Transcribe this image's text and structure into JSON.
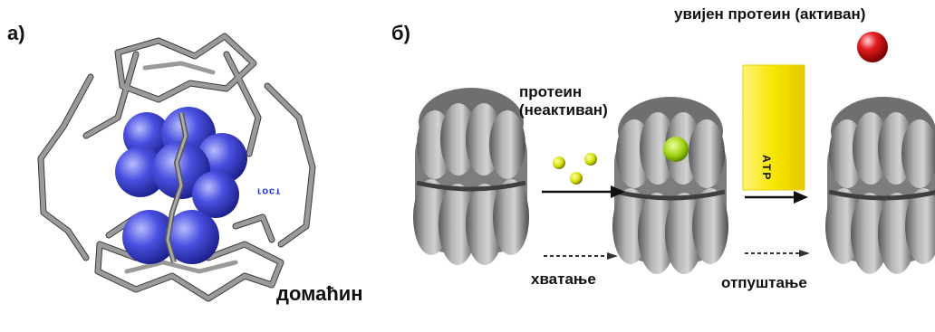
{
  "labels": {
    "panel_a": "а)",
    "panel_b": "б)",
    "host": "домаћин",
    "guest_tag": "гост",
    "folded_protein": "увијен протеин (активан)",
    "protein_line1": "протеин",
    "protein_line2": "(неактиван)",
    "capture": "хватање",
    "release": "отпуштање",
    "atp_label": "АТР"
  },
  "colors": {
    "guest_spheres": "#3a3fd0",
    "host_frame": "#7a7a7a",
    "ligand_dots": "#c8d400",
    "bound_ligand": "#a6d60a",
    "active_protein": "#e01818",
    "energy_bar": "#f2e600",
    "chaperone": "#8d8d8d"
  },
  "icons": {
    "molecular_cage": "cage-model",
    "chaperonin": "barrel-protein"
  }
}
